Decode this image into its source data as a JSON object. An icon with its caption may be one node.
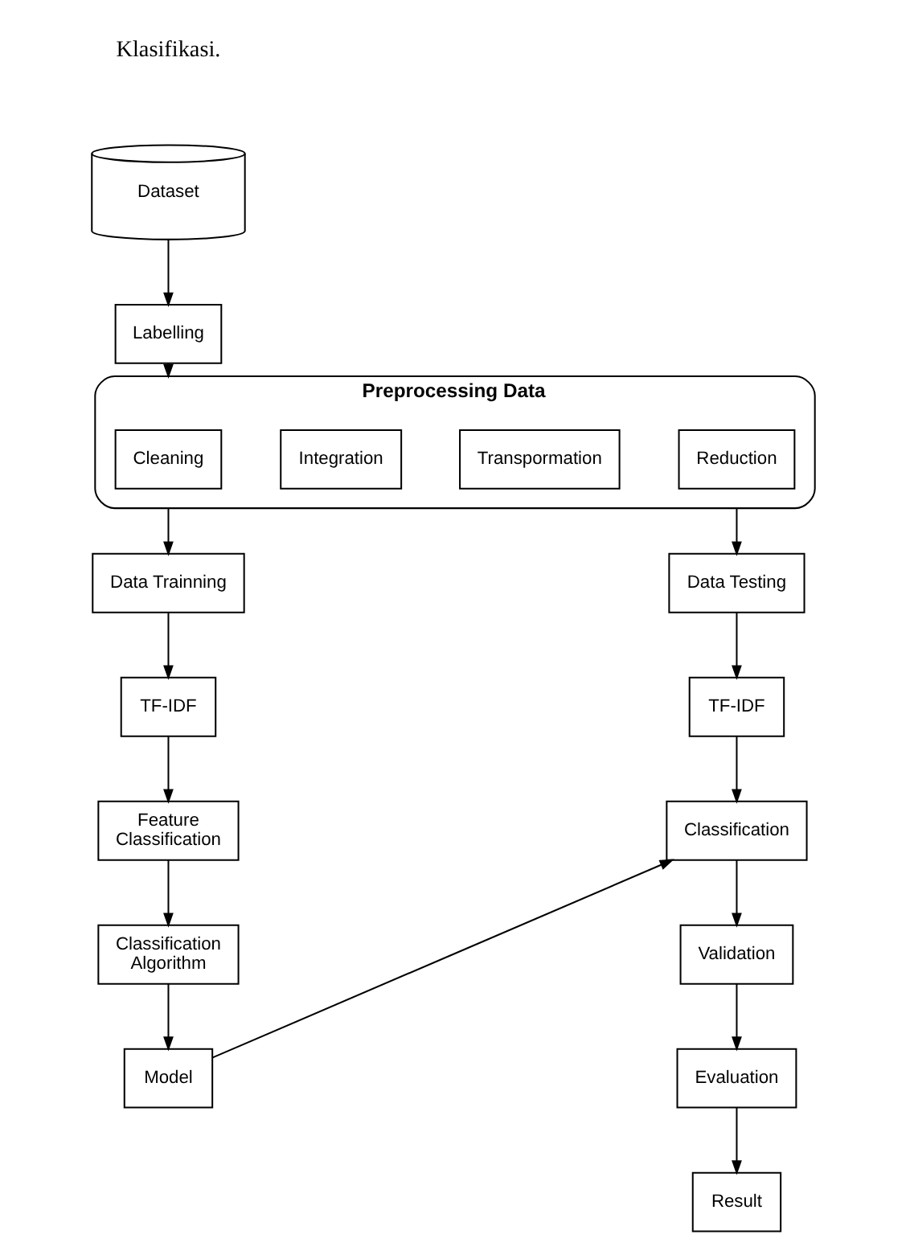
{
  "diagram": {
    "nodes": [
      {
        "text": [
          "Dataset"
        ]
      },
      {
        "text": [
          "Labelling"
        ]
      },
      {
        "text": [
          "Preprocessing Data"
        ]
      },
      {
        "text": [
          "Cleaning"
        ],
        "in": 2
      },
      {
        "text": [
          "Integration"
        ],
        "in": 2
      },
      {
        "text": [
          "Transpormation"
        ],
        "in": 2
      },
      {
        "text": [
          "Reduction"
        ],
        "in": 2
      },
      {
        "text": [
          "Data Trainning"
        ]
      },
      {
        "text": [
          "TF-IDF"
        ]
      },
      {
        "text": [
          "Feature Classification"
        ]
      },
      {
        "text": [
          "Classification Algorithm"
        ]
      },
      {
        "text": [
          "Model"
        ]
      },
      {
        "text": [
          "Data Testing"
        ]
      },
      {
        "text": [
          "TF-IDF"
        ]
      },
      {
        "text": [
          "Classification"
        ]
      },
      {
        "text": [
          "Validation"
        ]
      },
      {
        "text": [
          "Evaluation"
        ]
      },
      {
        "text": [
          "Result"
        ]
      }
    ],
    "edges": [
      {
        "from": 0,
        "to": 1,
        "arrow": "to"
      },
      {
        "from": 1,
        "to": 2,
        "arrow": "to"
      },
      {
        "from": 2,
        "to": 7,
        "arrow": "to"
      },
      {
        "from": 2,
        "to": 12,
        "arrow": "to"
      },
      {
        "from": 7,
        "to": 8,
        "arrow": "to"
      },
      {
        "from": 8,
        "to": 9,
        "arrow": "to"
      },
      {
        "from": 9,
        "to": 10,
        "arrow": "to"
      },
      {
        "from": 10,
        "to": 11,
        "arrow": "to"
      },
      {
        "from": 11,
        "to": 14,
        "arrow": "to"
      },
      {
        "from": 12,
        "to": 13,
        "arrow": "to"
      },
      {
        "from": 13,
        "to": 14,
        "arrow": "to"
      },
      {
        "from": 14,
        "to": 15,
        "arrow": "to"
      },
      {
        "from": 15,
        "to": 16,
        "arrow": "to"
      },
      {
        "from": 16,
        "to": 17,
        "arrow": "to"
      }
    ],
    "labels": [
      "Klasifikasi."
    ]
  }
}
